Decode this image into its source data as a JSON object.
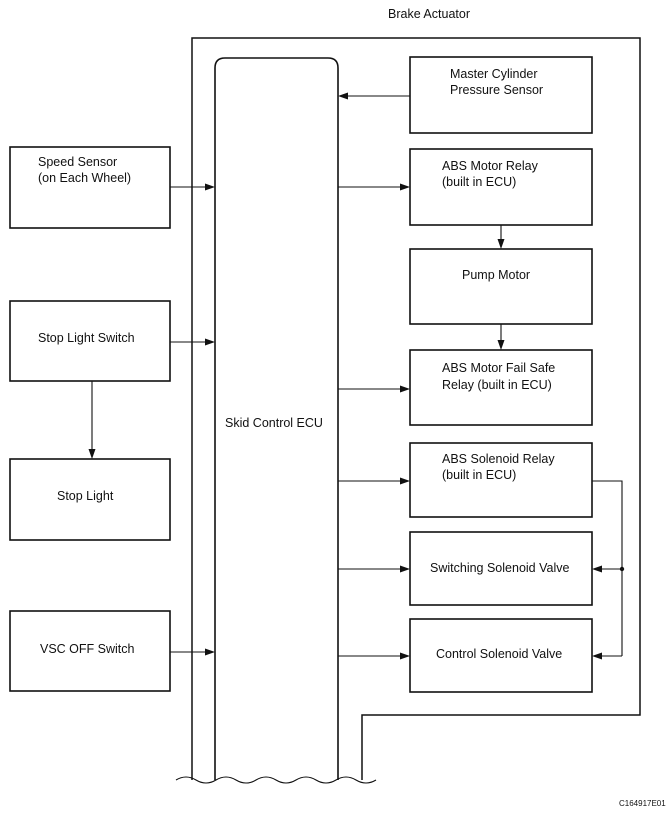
{
  "diagram": {
    "title": "Brake Actuator",
    "ecu_label": "Skid Control ECU",
    "figure_code": "C164917E01",
    "inputs": {
      "speed_sensor": [
        "Speed Sensor",
        "(on Each Wheel)"
      ],
      "stop_light_switch": "Stop Light Switch",
      "stop_light": "Stop Light",
      "vsc_off_switch": "VSC OFF Switch"
    },
    "actuator_parts": {
      "master_cylinder_sensor": [
        "Master Cylinder",
        "Pressure Sensor"
      ],
      "abs_motor_relay": [
        "ABS Motor Relay",
        "(built in ECU)"
      ],
      "pump_motor": "Pump Motor",
      "abs_motor_fail_safe_relay": [
        "ABS Motor Fail Safe",
        "Relay (built in ECU)"
      ],
      "abs_solenoid_relay": [
        "ABS Solenoid Relay",
        "(built in ECU)"
      ],
      "switching_solenoid_valve": "Switching Solenoid Valve",
      "control_solenoid_valve": "Control Solenoid Valve"
    }
  }
}
